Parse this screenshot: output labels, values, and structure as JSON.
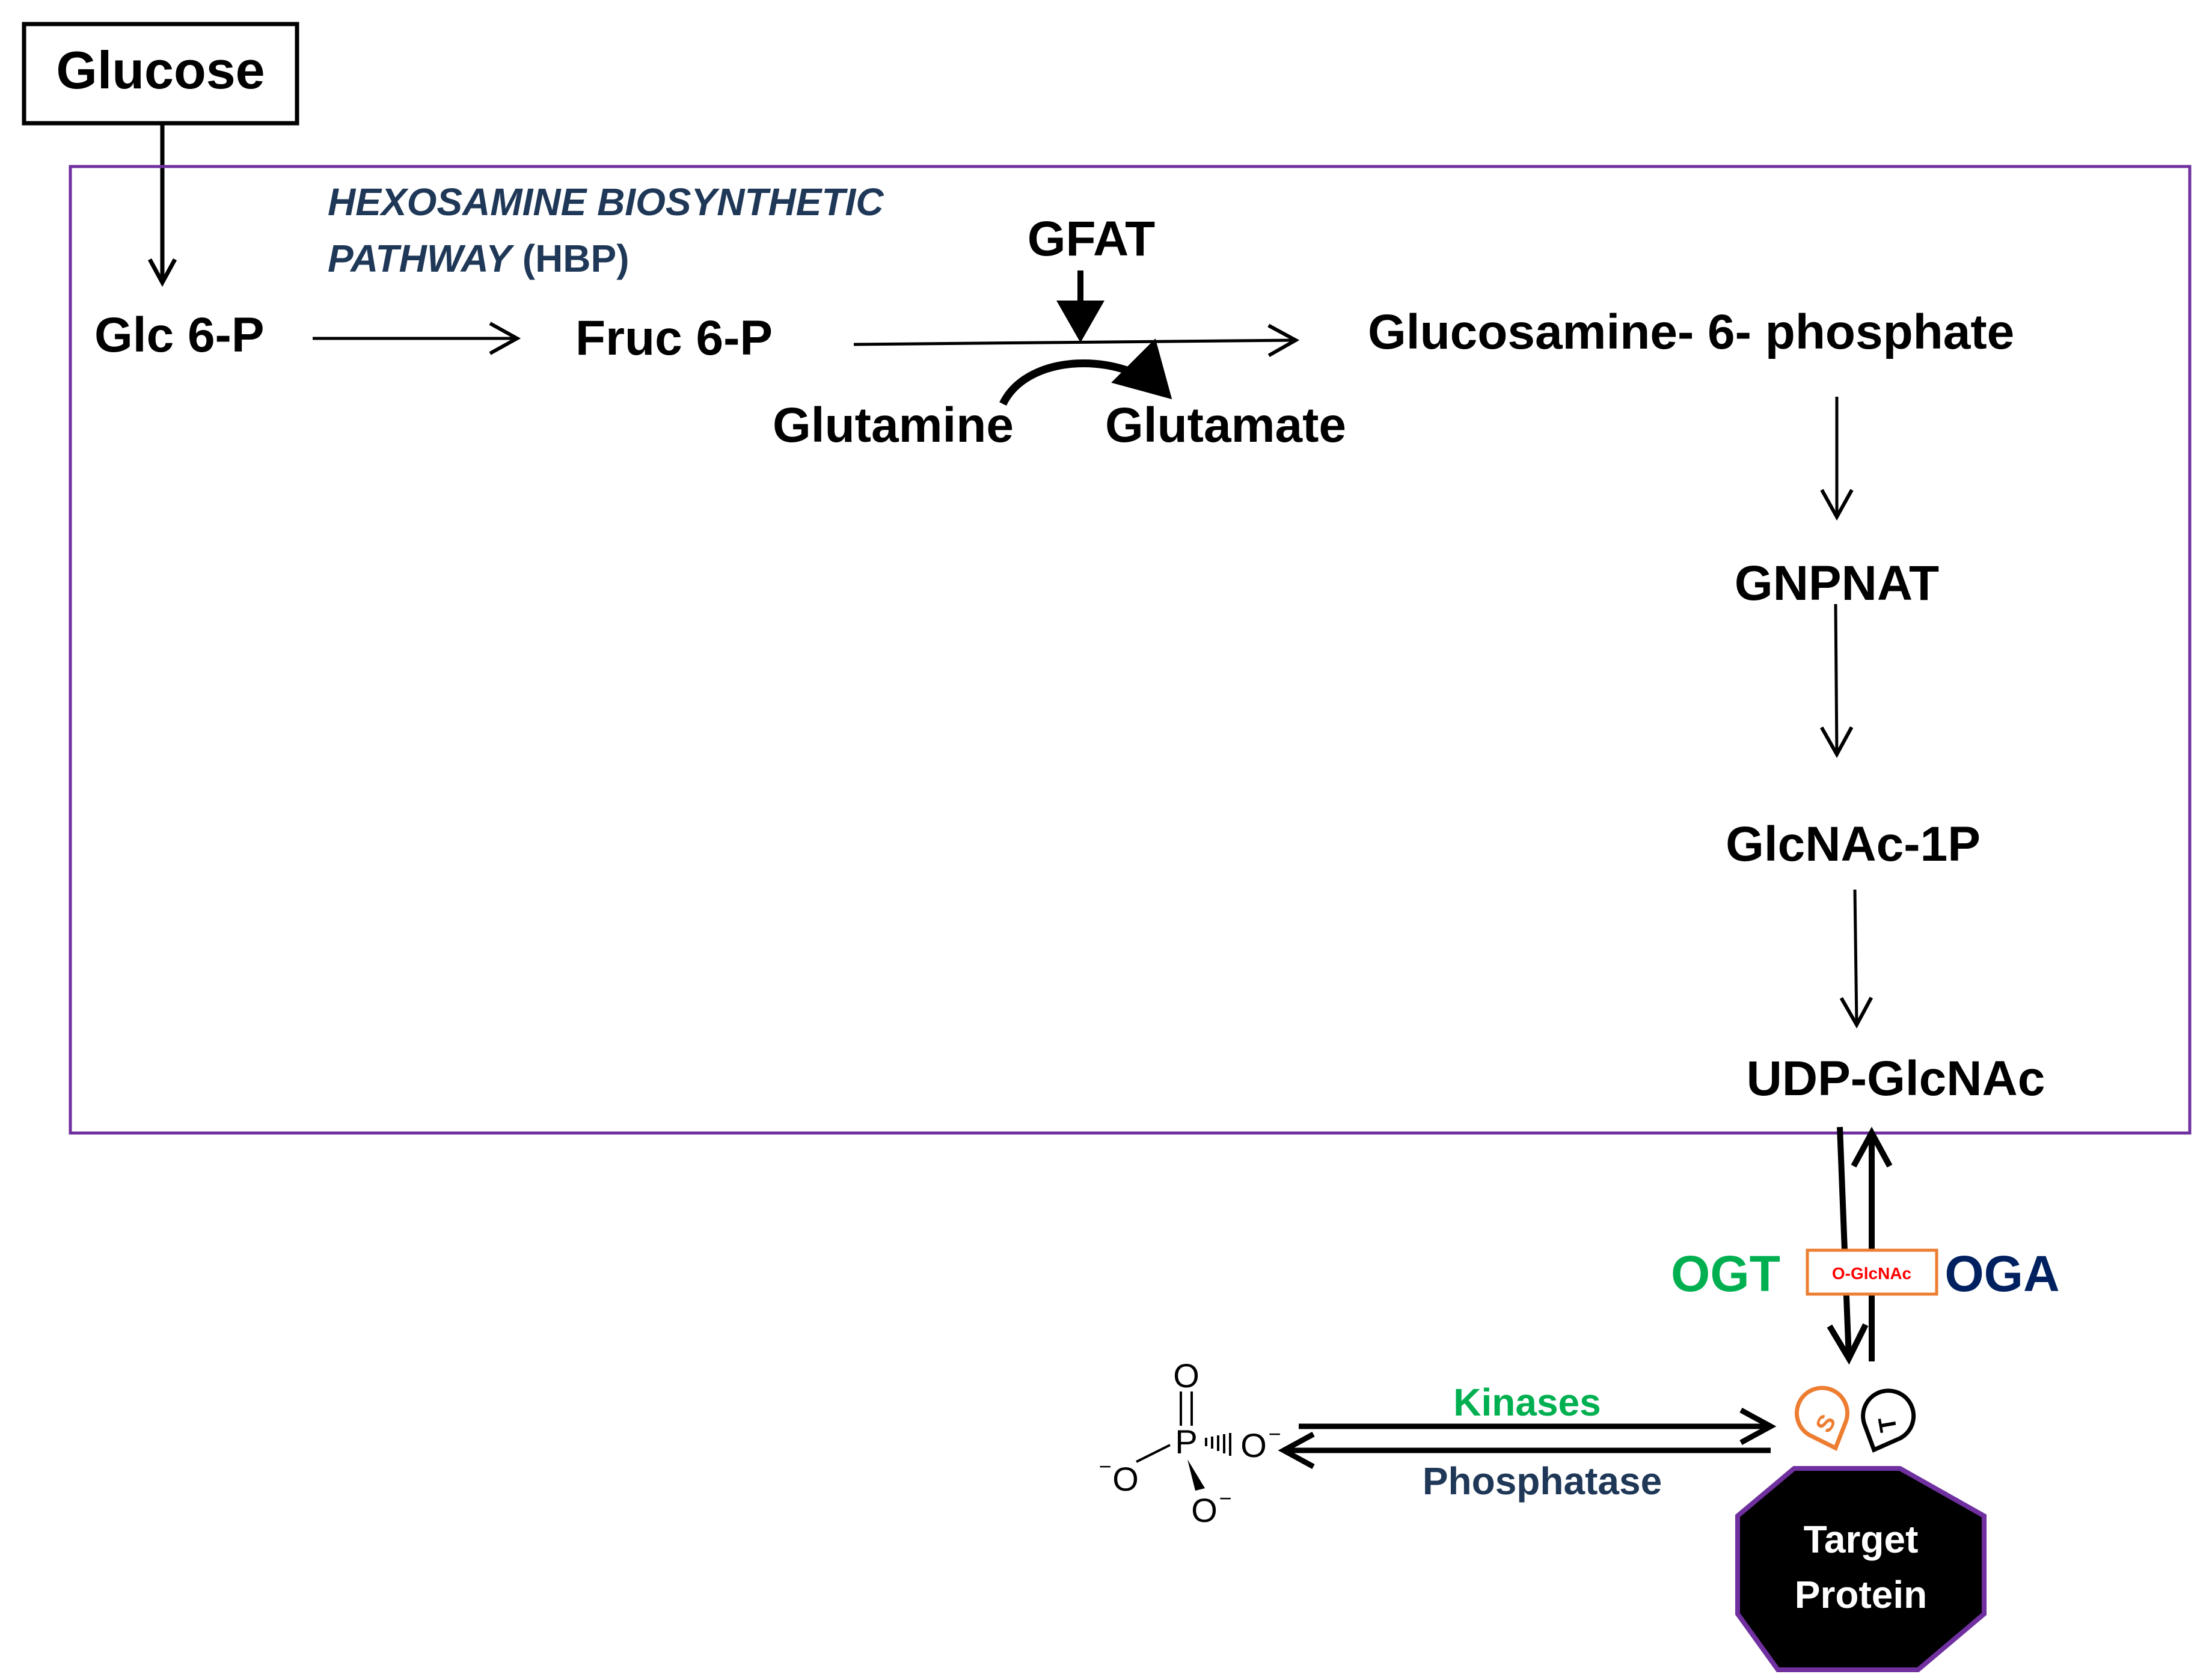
{
  "glucose": {
    "label": "Glucose",
    "color": "#ff0000"
  },
  "pathway": {
    "title_line1": "HEXOSAMINE BIOSYNTHETIC",
    "title_line2_italic": "PATHWAY",
    "title_line2_suffix": "(HBP)",
    "title_color": "#1f3857",
    "border_color": "#7030a0"
  },
  "metabolites": {
    "glc6p": "Glc 6-P",
    "fruc6p": "Fruc 6-P",
    "gfat": "GFAT",
    "glutamine": "Glutamine",
    "glutamate": "Glutamate",
    "glucosamine6p": "Glucosamine- 6- phosphate",
    "gnpnat": "GNPNAT",
    "glcnac1p": "GlcNAc-1P",
    "udpglcnac": "UDP-GlcNAc"
  },
  "enzymes": {
    "ogt": {
      "label": "OGT",
      "color": "#00b050"
    },
    "oga": {
      "label": "OGA",
      "color": "#002060"
    },
    "oglcnac": {
      "label": "O-GlcNAc",
      "color": "#ff0000",
      "border": "#ed7d31"
    },
    "kinases": {
      "label": "Kinases",
      "color": "#00b050"
    },
    "phosphatase": {
      "label": "Phosphatase",
      "color": "#1f3857"
    }
  },
  "phosphate": {
    "o_top": "O",
    "p": "P",
    "o_left": "O",
    "o_right": "O",
    "o_bottom": "O",
    "charge": "−"
  },
  "residues": {
    "serine": {
      "label": "S",
      "color": "#ed7d31"
    },
    "threonine": {
      "label": "T",
      "color": "#000000"
    }
  },
  "target": {
    "line1": "Target",
    "line2": "Protein",
    "fill": "#000000",
    "border": "#7030a0",
    "text_color": "#ffffff"
  }
}
